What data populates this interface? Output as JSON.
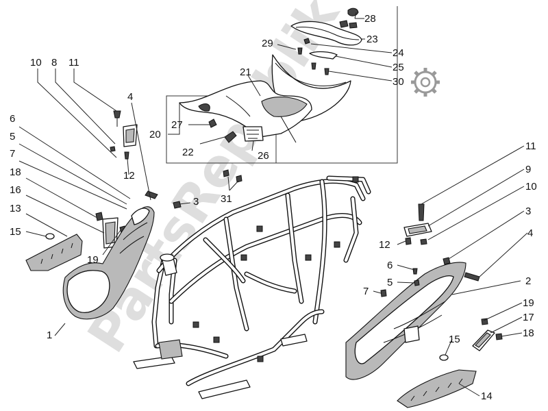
{
  "diagram": {
    "watermark_text": "PartsRepublik",
    "labels": {
      "p28": "28",
      "p23": "23",
      "p29": "29",
      "p24": "24",
      "p25": "25",
      "p30": "30",
      "p21": "21",
      "p20": "20",
      "p27": "27",
      "p22": "22",
      "p26": "26",
      "p10a": "10",
      "p8": "8",
      "p11a": "11",
      "p4a": "4",
      "p6a": "6",
      "p5a": "5",
      "p7a": "7",
      "p18a": "18",
      "p16": "16",
      "p13": "13",
      "p15a": "15",
      "p12a": "12",
      "p3a": "3",
      "p31": "31",
      "p19a": "19",
      "p1": "1",
      "p11b": "11",
      "p9": "9",
      "p10b": "10",
      "p3b": "3",
      "p12b": "12",
      "p4b": "4",
      "p6b": "6",
      "p5b": "5",
      "p7b": "7",
      "p2": "2",
      "p19b": "19",
      "p17": "17",
      "p18b": "18",
      "p15b": "15",
      "p14": "14"
    }
  }
}
